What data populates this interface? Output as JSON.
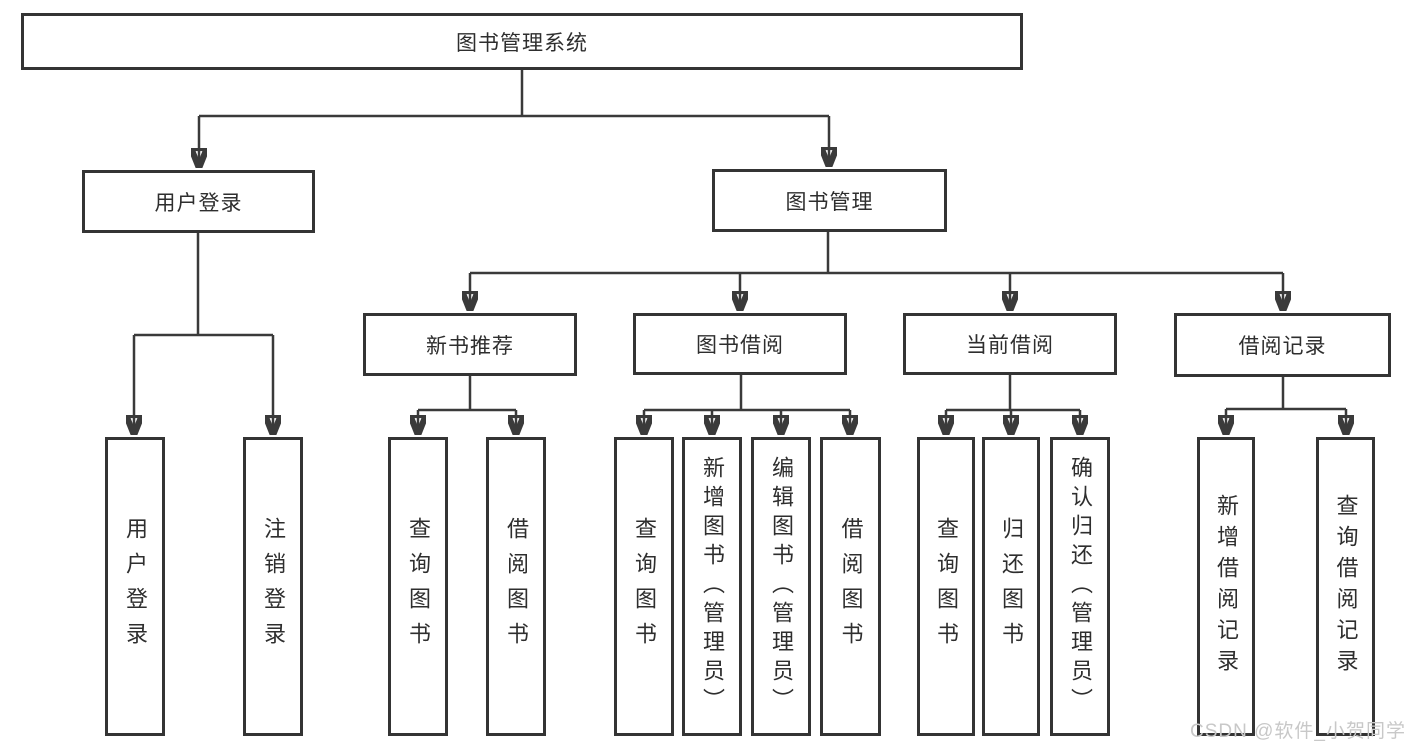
{
  "diagram_title": "图书管理系统",
  "tree": {
    "label": "图书管理系统",
    "children": [
      {
        "label": "用户登录",
        "children": [
          {
            "label": "用户登录"
          },
          {
            "label": "注销登录"
          }
        ]
      },
      {
        "label": "图书管理",
        "children": [
          {
            "label": "新书推荐",
            "children": [
              {
                "label": "查询图书"
              },
              {
                "label": "借阅图书"
              }
            ]
          },
          {
            "label": "图书借阅",
            "children": [
              {
                "label": "查询图书"
              },
              {
                "label": "新增图书（管理员）"
              },
              {
                "label": "编辑图书（管理员）"
              },
              {
                "label": "借阅图书"
              }
            ]
          },
          {
            "label": "当前借阅",
            "children": [
              {
                "label": "查询图书"
              },
              {
                "label": "归还图书"
              },
              {
                "label": "确认归还（管理员）"
              }
            ]
          },
          {
            "label": "借阅记录",
            "children": [
              {
                "label": "新增借阅记录"
              },
              {
                "label": "查询借阅记录"
              }
            ]
          }
        ]
      }
    ]
  },
  "watermark": "CSDN @软件_小贺同学",
  "colors": {
    "line": "#3a3a3a",
    "box_border": "#343434",
    "text": "#2e2e2e",
    "watermark": "#c8c8c8",
    "background": "#ffffff"
  }
}
